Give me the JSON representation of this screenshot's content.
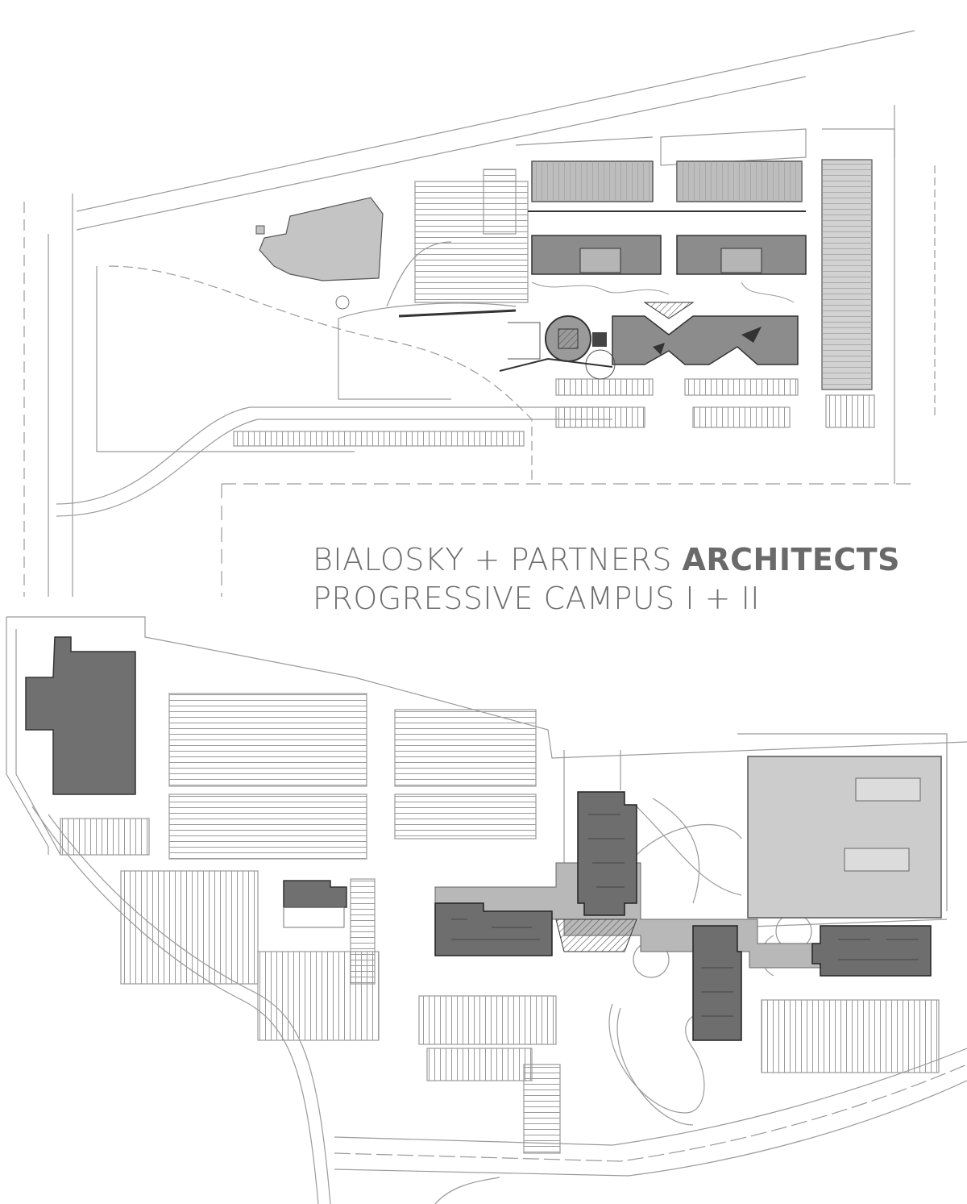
{
  "title": {
    "firm_name": "BIALOSKY + PARTNERS",
    "firm_suffix": "ARCHITECTS",
    "project": "PROGRESSIVE CAMPUS I + II"
  },
  "colors": {
    "background": "#ffffff",
    "line": "#9a9a9a",
    "dark_building": "#6f6f6f",
    "mid_building": "#8c8c8c",
    "light_building": "#c9c9c9",
    "caption_text": "#6e6e6e"
  },
  "plans": [
    {
      "name": "campus-i-site-plan",
      "depicts": "campus site plan (upper)"
    },
    {
      "name": "campus-ii-site-plan",
      "depicts": "campus site plan (lower)"
    }
  ]
}
